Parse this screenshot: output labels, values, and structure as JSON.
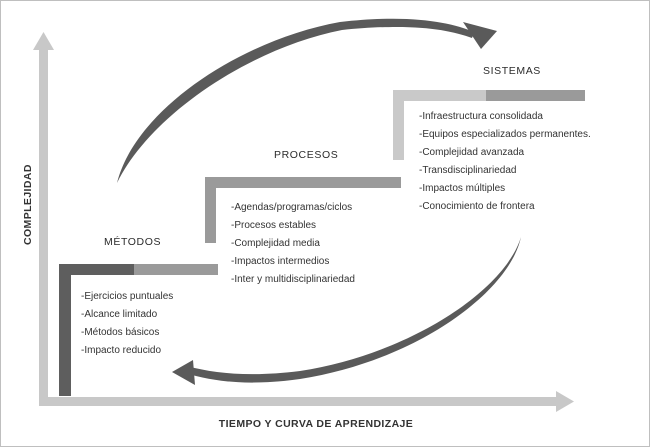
{
  "axes": {
    "y_label": "COMPLEJIDAD",
    "x_label": "TIEMPO Y CURVA DE APRENDIZAJE"
  },
  "stages": {
    "metodos": {
      "title": "MÉTODOS",
      "items": [
        "-Ejercicios puntuales",
        "-Alcance limitado",
        "-Métodos básicos",
        "-Impacto reducido"
      ]
    },
    "procesos": {
      "title": "PROCESOS",
      "items": [
        "-Agendas/programas/ciclos",
        "-Procesos estables",
        "-Complejidad media",
        "-Impactos intermedios",
        "-Inter y multidisciplinariedad"
      ]
    },
    "sistemas": {
      "title": "SISTEMAS",
      "items": [
        "-Infraestructura consolidada",
        "-Equipos especializados permanentes.",
        "-Complejidad avanzada",
        "-Transdisciplinariedad",
        "-Impactos múltiples",
        "-Conocimiento de frontera"
      ]
    }
  },
  "colors": {
    "axis": "#c8c8c8",
    "dark": "#5e5e5e",
    "mid": "#9a9a9a",
    "light": "#c9c9c9",
    "arrow": "#5a5a5a"
  }
}
